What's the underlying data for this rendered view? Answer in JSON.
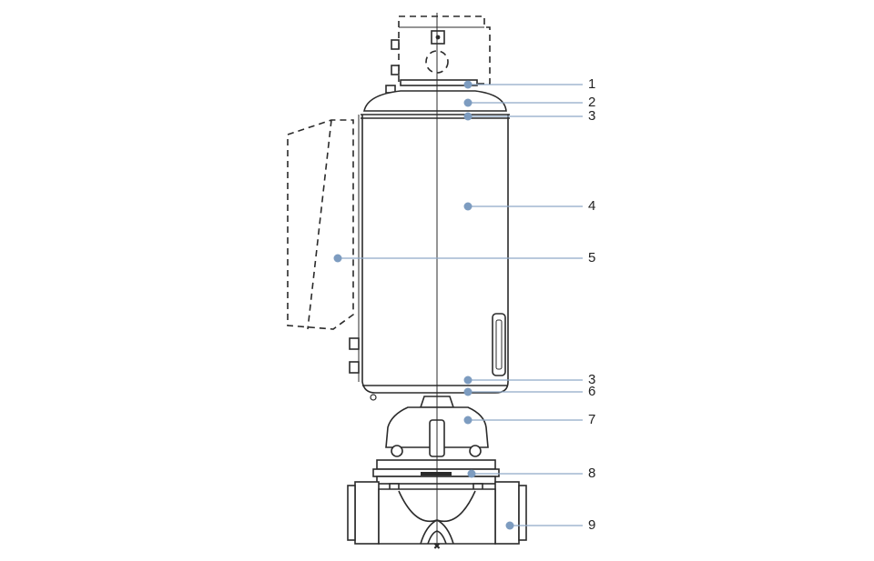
{
  "callouts": [
    {
      "label": "1",
      "dot_color": "#7d9cc0"
    },
    {
      "label": "2",
      "dot_color": "#7d9cc0"
    },
    {
      "label": "3",
      "dot_color": "#7d9cc0"
    },
    {
      "label": "4",
      "dot_color": "#7d9cc0"
    },
    {
      "label": "5",
      "dot_color": "#7d9cc0"
    },
    {
      "label": "3",
      "dot_color": "#7d9cc0"
    },
    {
      "label": "6",
      "dot_color": "#7d9cc0"
    },
    {
      "label": "7",
      "dot_color": "#7d9cc0"
    },
    {
      "label": "8",
      "dot_color": "#7d9cc0"
    },
    {
      "label": "9",
      "dot_color": "#7d9cc0"
    }
  ]
}
